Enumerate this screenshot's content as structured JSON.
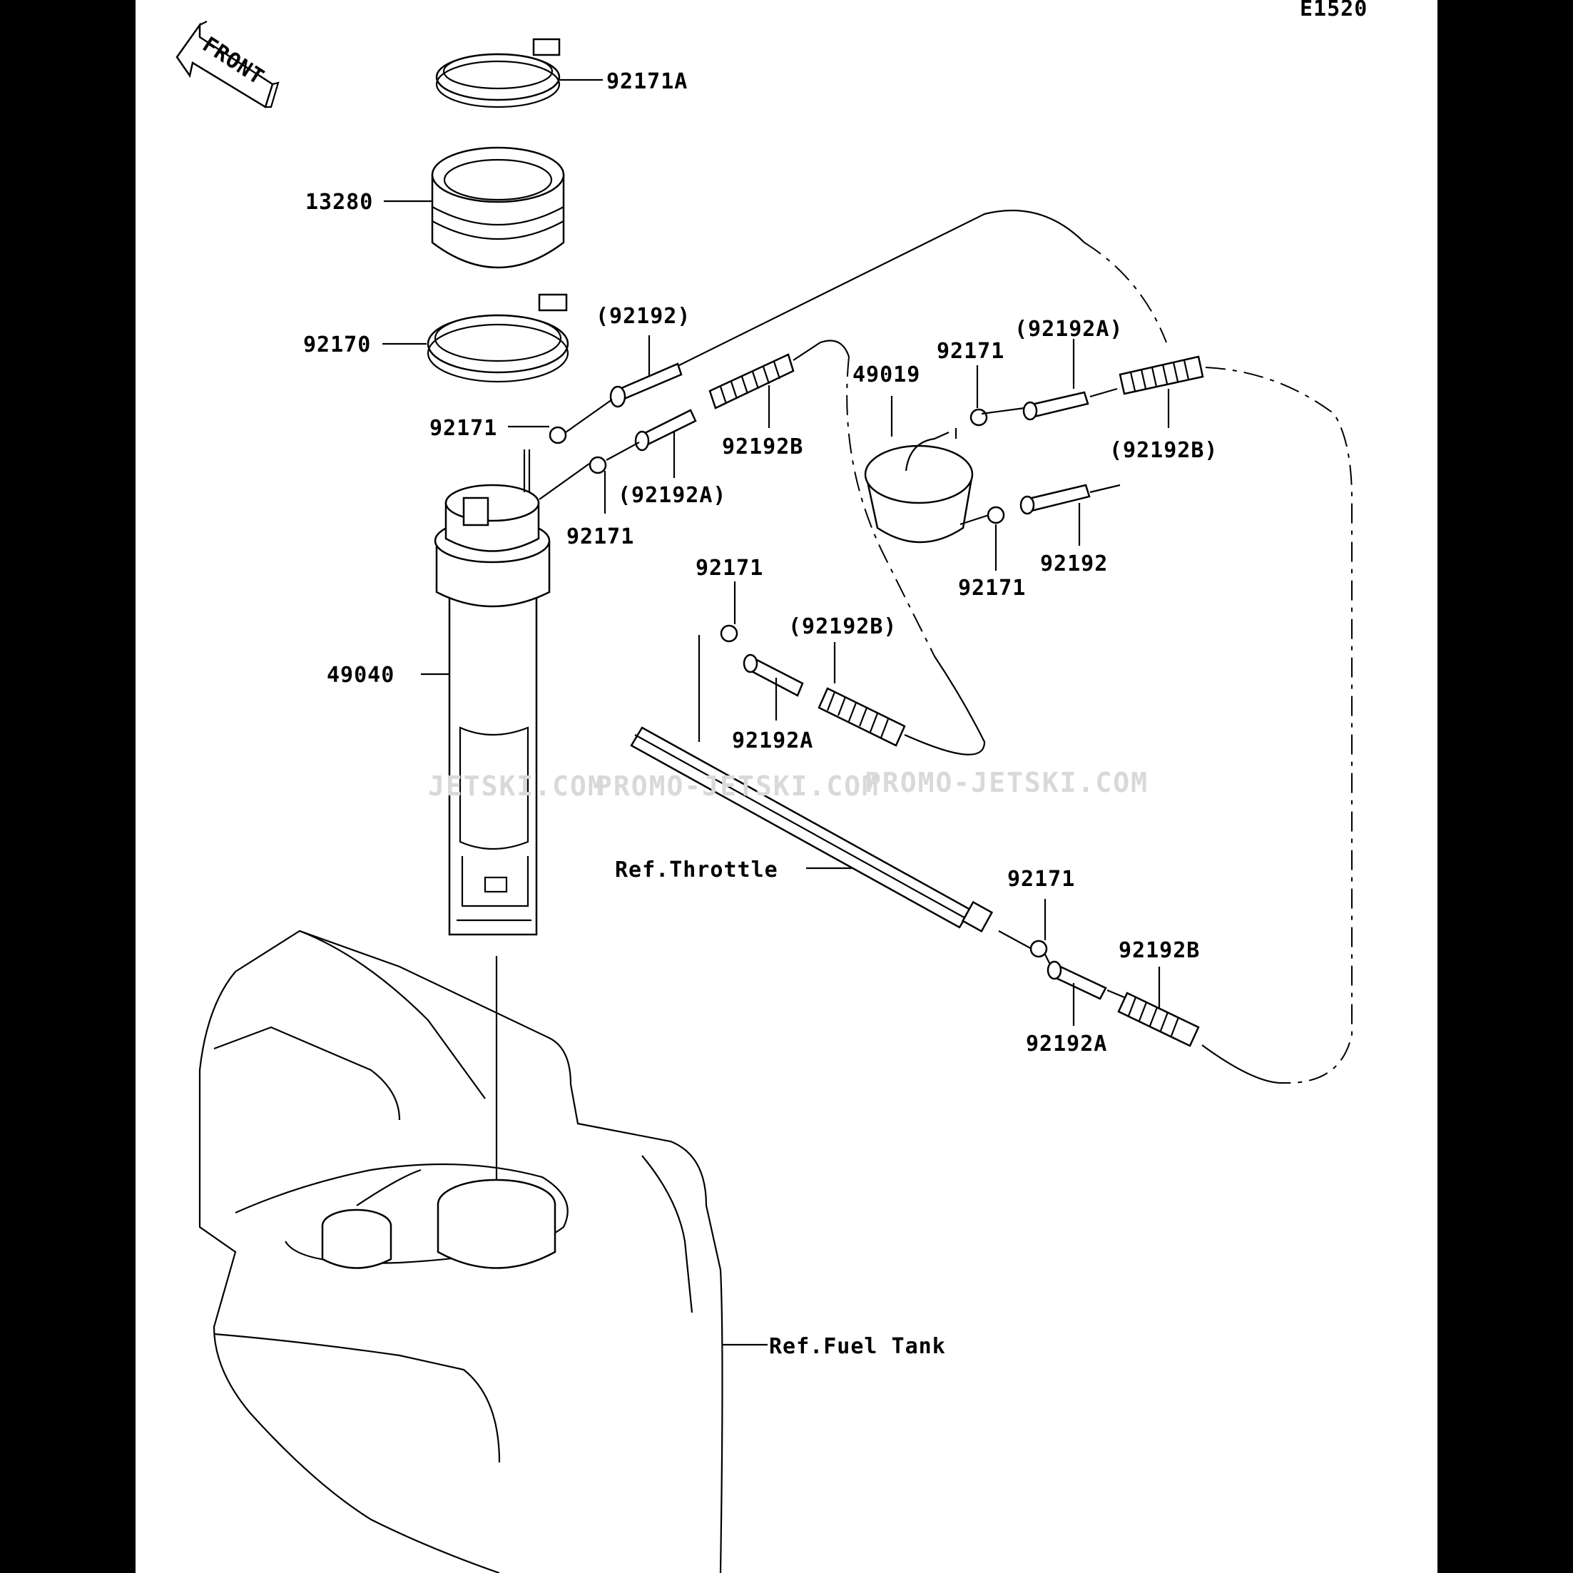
{
  "diagram_code": "E1520",
  "front_label": "FRONT",
  "watermarks": [
    "JETSKI.COM",
    "PROMO-JETSKI.COM",
    "PROMO-JETSKI.COM"
  ],
  "labels": {
    "clamp_top": "92171A",
    "ring": "13280",
    "clamp_large": "92170",
    "hose_92192_paren": "(92192)",
    "clip_left": "92171",
    "hose_92192b_left": "92192B",
    "hose_92192a_paren_left": "(92192A)",
    "clip_pump": "92171",
    "pump": "49040",
    "filter": "49019",
    "clip_filter_top": "92171",
    "hose_92192a_paren_right": "(92192A)",
    "hose_92192b_paren_right": "(92192B)",
    "hose_92192_right": "92192",
    "clip_filter_bottom": "92171",
    "clip_mid": "92171",
    "hose_92192b_paren_mid": "(92192B)",
    "hose_92192a_mid": "92192A",
    "ref_throttle": "Ref.Throttle",
    "clip_rail": "92171",
    "hose_92192b_bottom": "92192B",
    "hose_92192a_bottom": "92192A",
    "ref_fuel_tank": "Ref.Fuel Tank"
  }
}
